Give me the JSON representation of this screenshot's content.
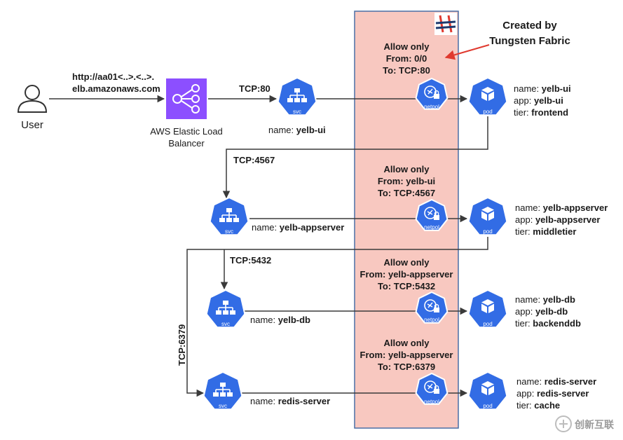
{
  "user": {
    "label": "User"
  },
  "elb": {
    "url_line1": "http://aa01<..>.<..>.",
    "url_line2": "elb.amazonaws.com",
    "label_line1": "AWS Elastic Load",
    "label_line2": "Balancer"
  },
  "annotation": {
    "line1": "Created by",
    "line2": "Tungsten Fabric"
  },
  "icons": {
    "svc": "svc",
    "pod": "pod",
    "netpol": "netpol"
  },
  "rows": [
    {
      "port_label": "TCP:80",
      "svc_name_key": "name:",
      "svc_name": "yelb-ui",
      "rule": [
        "Allow only",
        "From: 0/0",
        "To: TCP:80"
      ],
      "pod_meta": [
        {
          "key": "name:",
          "value": "yelb-ui"
        },
        {
          "key": "app:",
          "value": "yelb-ui"
        },
        {
          "key": "tier:",
          "value": "frontend"
        }
      ]
    },
    {
      "port_label": "TCP:4567",
      "svc_name_key": "name:",
      "svc_name": "yelb-appserver",
      "rule": [
        "Allow only",
        "From: yelb-ui",
        "To: TCP:4567"
      ],
      "pod_meta": [
        {
          "key": "name:",
          "value": "yelb-appserver"
        },
        {
          "key": "app:",
          "value": "yelb-appserver"
        },
        {
          "key": "tier:",
          "value": "middletier"
        }
      ]
    },
    {
      "port_label": "TCP:5432",
      "svc_name_key": "name:",
      "svc_name": "yelb-db",
      "rule": [
        "Allow only",
        "From: yelb-appserver",
        "To: TCP:5432"
      ],
      "pod_meta": [
        {
          "key": "name:",
          "value": "yelb-db"
        },
        {
          "key": "app:",
          "value": "yelb-db"
        },
        {
          "key": "tier:",
          "value": "backenddb"
        }
      ]
    },
    {
      "port_label": "TCP:6379",
      "svc_name_key": "name:",
      "svc_name": "redis-server",
      "rule": [
        "Allow only",
        "From: yelb-appserver",
        "To: TCP:6379"
      ],
      "pod_meta": [
        {
          "key": "name:",
          "value": "redis-server"
        },
        {
          "key": "app:",
          "value": "redis-server"
        },
        {
          "key": "tier:",
          "value": "cache"
        }
      ]
    }
  ],
  "watermark": {
    "brand": "创新互联"
  },
  "colors": {
    "k8s_blue": "#326ce5",
    "elb_purple": "#8c4fff",
    "policy_fill": "#f8c8c0",
    "policy_border": "#4a6fa5",
    "arrow_red": "#e03a2f"
  }
}
